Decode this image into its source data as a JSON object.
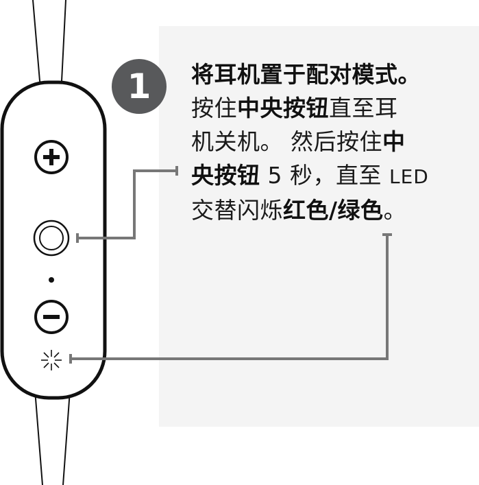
{
  "step": {
    "number": "1"
  },
  "instructions": {
    "line1_bold": "将耳机置于配对模式。",
    "line2_pre": "按住",
    "line2_bold": "中央按钮",
    "line2_post": "直至耳",
    "line3_pre": "机关机。 然后按住",
    "line3_bold": "中",
    "line4_bold": "央按钮",
    "line4_mid": " 5 秒，直至 ",
    "line4_led": "LED",
    "line5_pre": "交替闪烁",
    "line5_bold": "红色/绿色",
    "line5_post": "。"
  },
  "colors": {
    "panel": "#f4f4f4",
    "badge": "#58595b",
    "callout_line": "#777777",
    "outline": "#111111"
  },
  "icons": [
    "plus-icon",
    "center-button-icon",
    "minus-icon",
    "led-light-icon"
  ]
}
